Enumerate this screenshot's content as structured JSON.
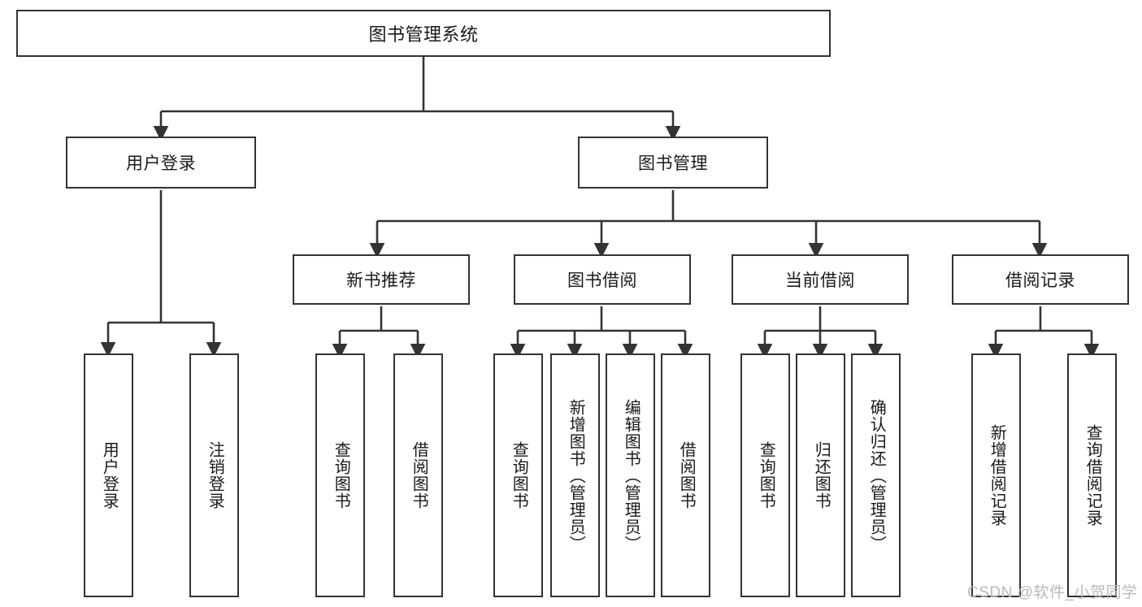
{
  "diagram": {
    "title": "图书管理系统",
    "type": "tree-hierarchy",
    "root": {
      "label": "图书管理系统"
    },
    "level2": [
      {
        "label": "用户登录"
      },
      {
        "label": "图书管理"
      }
    ],
    "level3": [
      {
        "label": "新书推荐"
      },
      {
        "label": "图书借阅"
      },
      {
        "label": "当前借阅"
      },
      {
        "label": "借阅记录"
      }
    ],
    "leaves": {
      "user_login": [
        {
          "label": "用户登录"
        },
        {
          "label": "注销登录"
        }
      ],
      "new_book_recommend": [
        {
          "label": "查询图书"
        },
        {
          "label": "借阅图书"
        }
      ],
      "book_borrow": [
        {
          "label": "查询图书"
        },
        {
          "label": "新增图书（管理员）"
        },
        {
          "label": "编辑图书（管理员）"
        },
        {
          "label": "借阅图书"
        }
      ],
      "current_borrow": [
        {
          "label": "查询图书"
        },
        {
          "label": "归还图书"
        },
        {
          "label": "确认归还（管理员）"
        }
      ],
      "borrow_record": [
        {
          "label": "新增借阅记录"
        },
        {
          "label": "查询借阅记录"
        }
      ]
    }
  },
  "watermark": {
    "text": "CSDN @软件_小贺同学"
  },
  "colors": {
    "stroke": "#333333",
    "text": "#1a1a1a",
    "background": "#ffffff",
    "watermark": "#b9b9b9"
  }
}
